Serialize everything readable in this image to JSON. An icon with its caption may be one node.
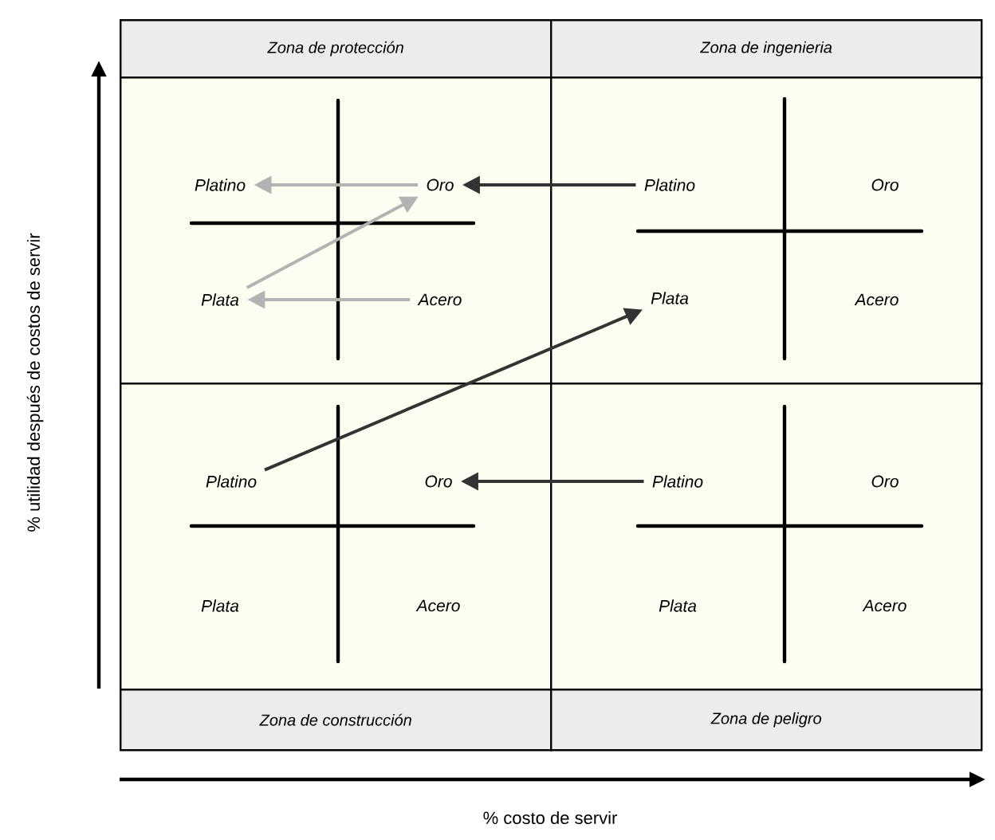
{
  "diagram": {
    "nodes": [
      {
        "text": [
          "Zona de protección"
        ]
      },
      {
        "text": [
          "Zona de ingenieria"
        ]
      },
      {
        "text": [],
        "shape": "box"
      },
      {
        "text": [
          "Platino"
        ],
        "in": 2
      },
      {
        "text": [
          "Oro"
        ],
        "in": 2
      },
      {
        "text": [
          "Plata"
        ],
        "in": 2
      },
      {
        "text": [
          "Acero"
        ],
        "in": 2
      },
      {
        "text": [],
        "shape": "box"
      },
      {
        "text": [
          "Platino"
        ],
        "in": 7
      },
      {
        "text": [
          "Oro"
        ],
        "in": 7
      },
      {
        "text": [
          "Plata"
        ],
        "in": 7
      },
      {
        "text": [
          "Acero"
        ],
        "in": 7
      },
      {
        "text": [],
        "shape": "box"
      },
      {
        "text": [
          "Platino"
        ],
        "in": 12
      },
      {
        "text": [
          "Oro"
        ],
        "in": 12
      },
      {
        "text": [
          "Plata"
        ],
        "in": 12
      },
      {
        "text": [
          "Acero"
        ],
        "in": 12
      },
      {
        "text": [],
        "shape": "box"
      },
      {
        "text": [
          "Platino"
        ],
        "in": 17
      },
      {
        "text": [
          "Oro"
        ],
        "in": 17
      },
      {
        "text": [
          "Plata"
        ],
        "in": 17
      },
      {
        "text": [
          "Acero"
        ],
        "in": 17
      },
      {
        "text": [
          "Zona de construcción"
        ]
      },
      {
        "text": [
          "Zona de peligro"
        ]
      }
    ],
    "edges": [
      {
        "from": 8,
        "to": 4,
        "arrow": "to",
        "color": "#333333"
      },
      {
        "from": 4,
        "to": 3,
        "arrow": "to",
        "color": "#b3b3b3"
      },
      {
        "from": 5,
        "to": 4,
        "arrow": "to",
        "color": "#b3b3b3"
      },
      {
        "from": 6,
        "to": 5,
        "arrow": "to",
        "color": "#b3b3b3"
      },
      {
        "from": 13,
        "to": 10,
        "arrow": "to",
        "color": "#333333"
      },
      {
        "from": 18,
        "to": 14,
        "arrow": "to",
        "color": "#333333"
      }
    ],
    "labels": [
      "% utilidad después de costos de servir",
      "% costo de servir"
    ]
  }
}
